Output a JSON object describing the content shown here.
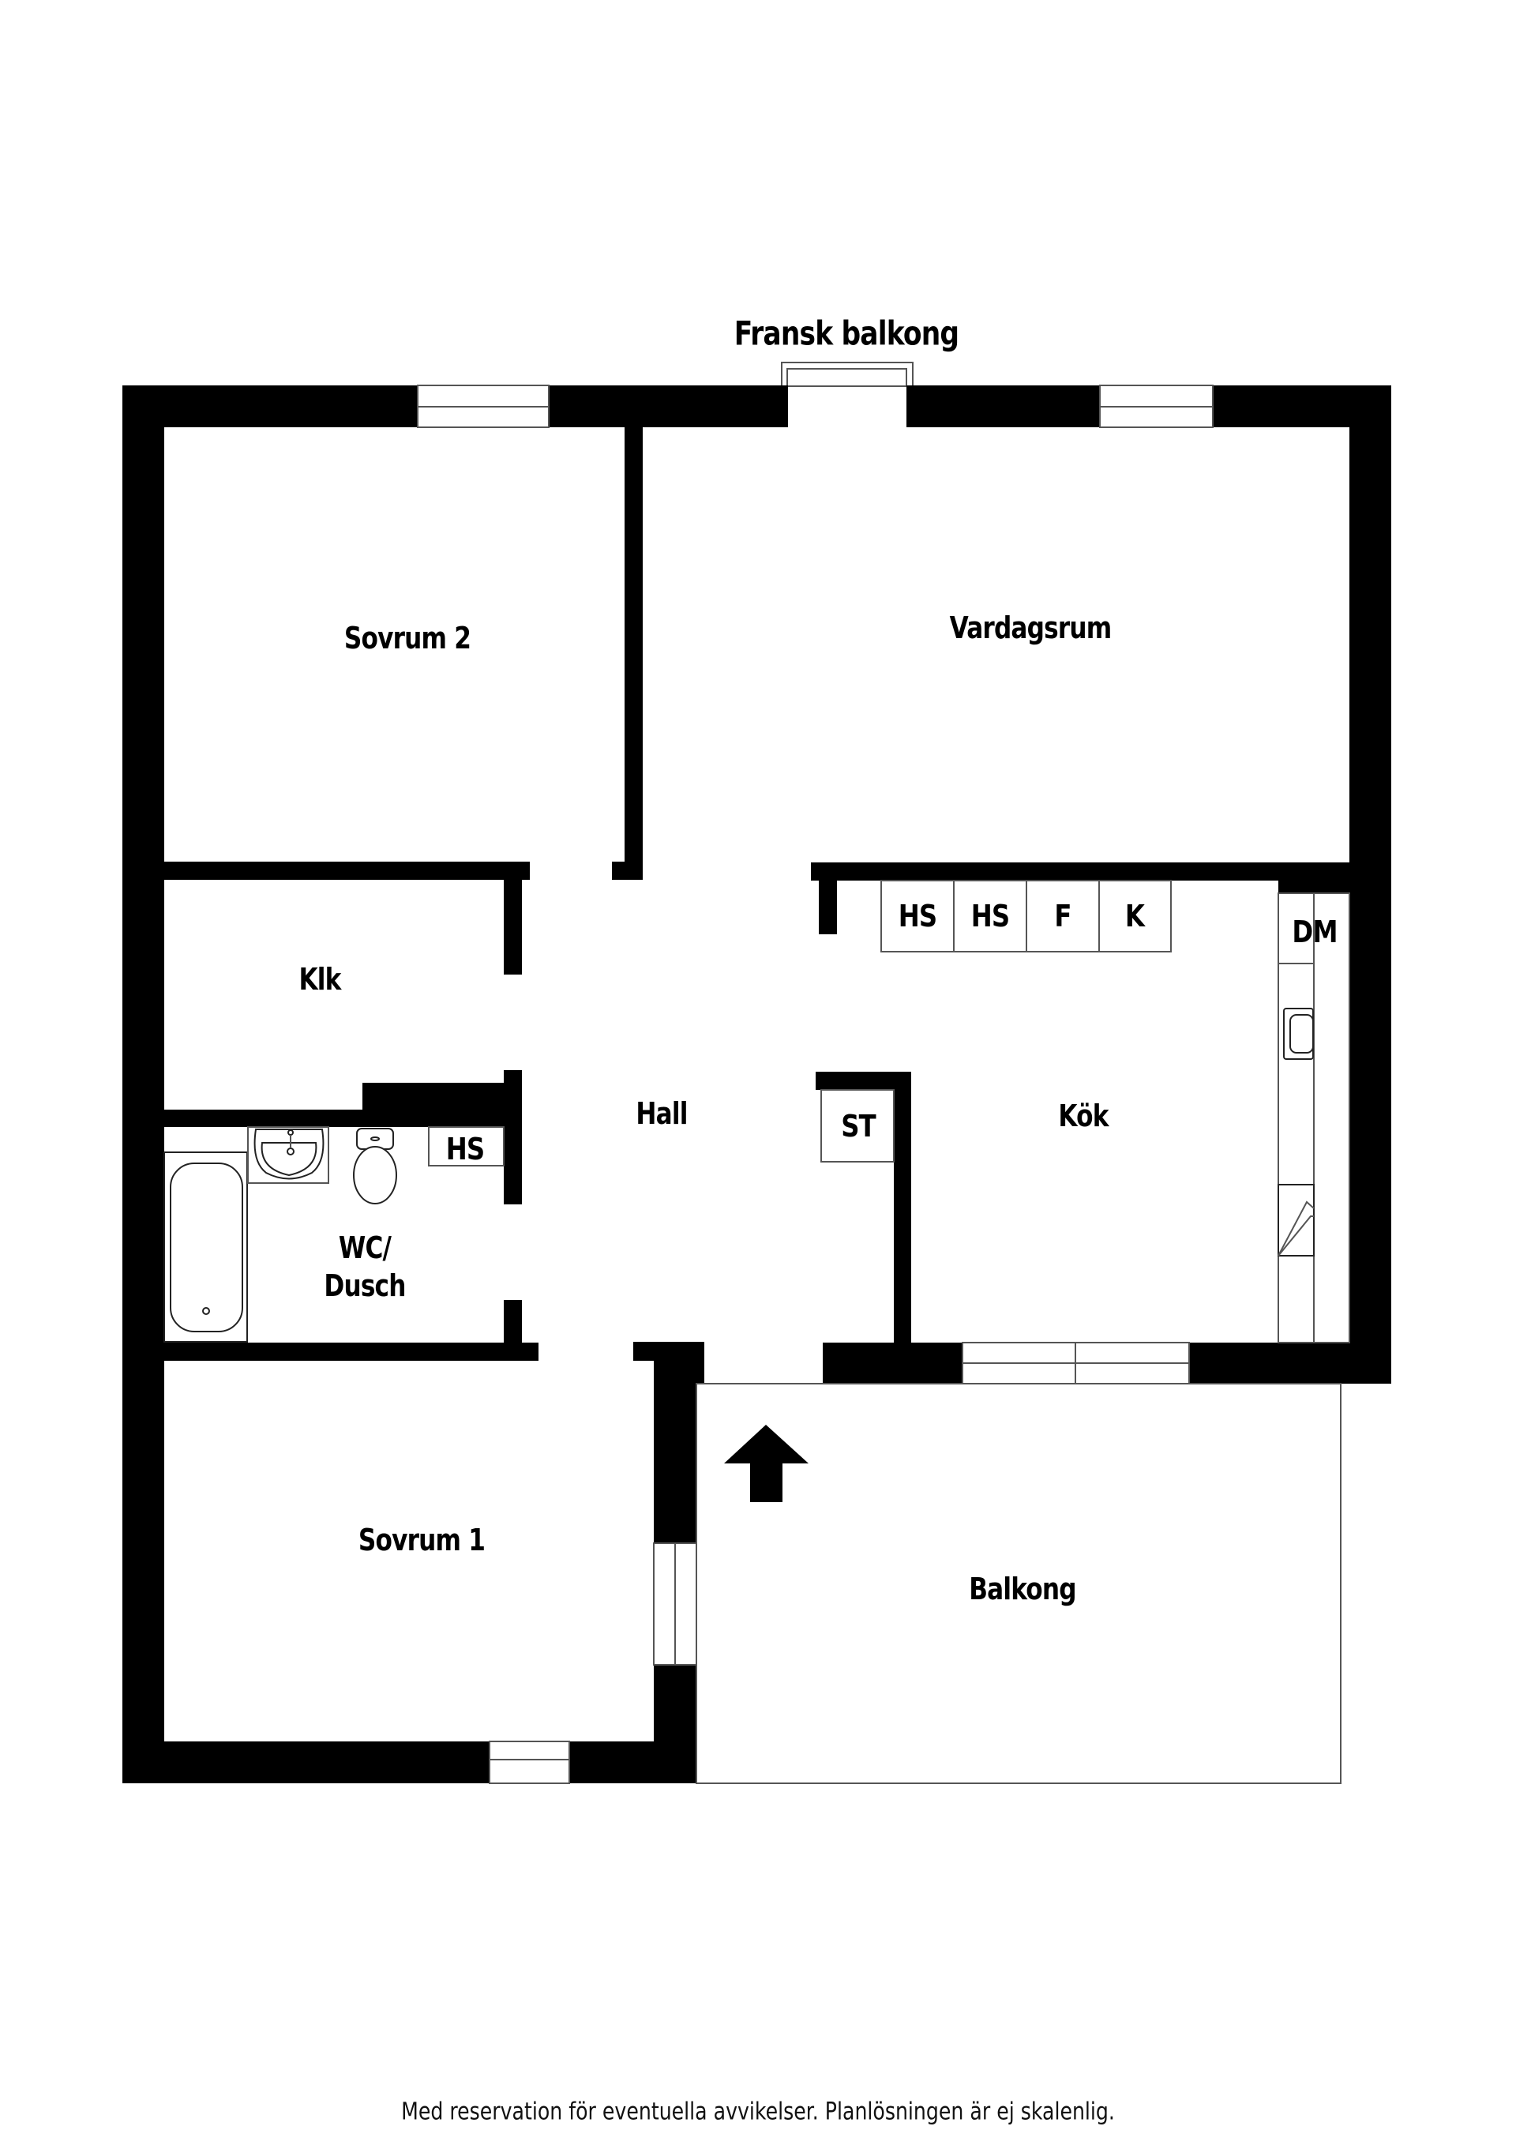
{
  "plan": {
    "top_label": "Fransk balkong",
    "rooms": {
      "sovrum2": "Sovrum 2",
      "vardagsrum": "Vardagsrum",
      "klk": "Klk",
      "hall": "Hall",
      "kok": "Kök",
      "wc_line1": "WC/",
      "wc_line2": "Dusch",
      "sovrum1": "Sovrum 1",
      "balkong": "Balkong"
    },
    "fixtures": {
      "wc_hs": "HS",
      "kitchen_hs1": "HS",
      "kitchen_hs2": "HS",
      "fridge": "F",
      "freezer": "K",
      "dishwasher": "DM",
      "storage": "ST"
    },
    "entrance_arrow_icon": "arrow-up-icon"
  },
  "footer": {
    "disclaimer": "Med reservation för eventuella avvikelser. Planlösningen är ej skalenlig."
  },
  "colors": {
    "wall": "#000000",
    "background": "#ffffff",
    "line": "#555555"
  }
}
